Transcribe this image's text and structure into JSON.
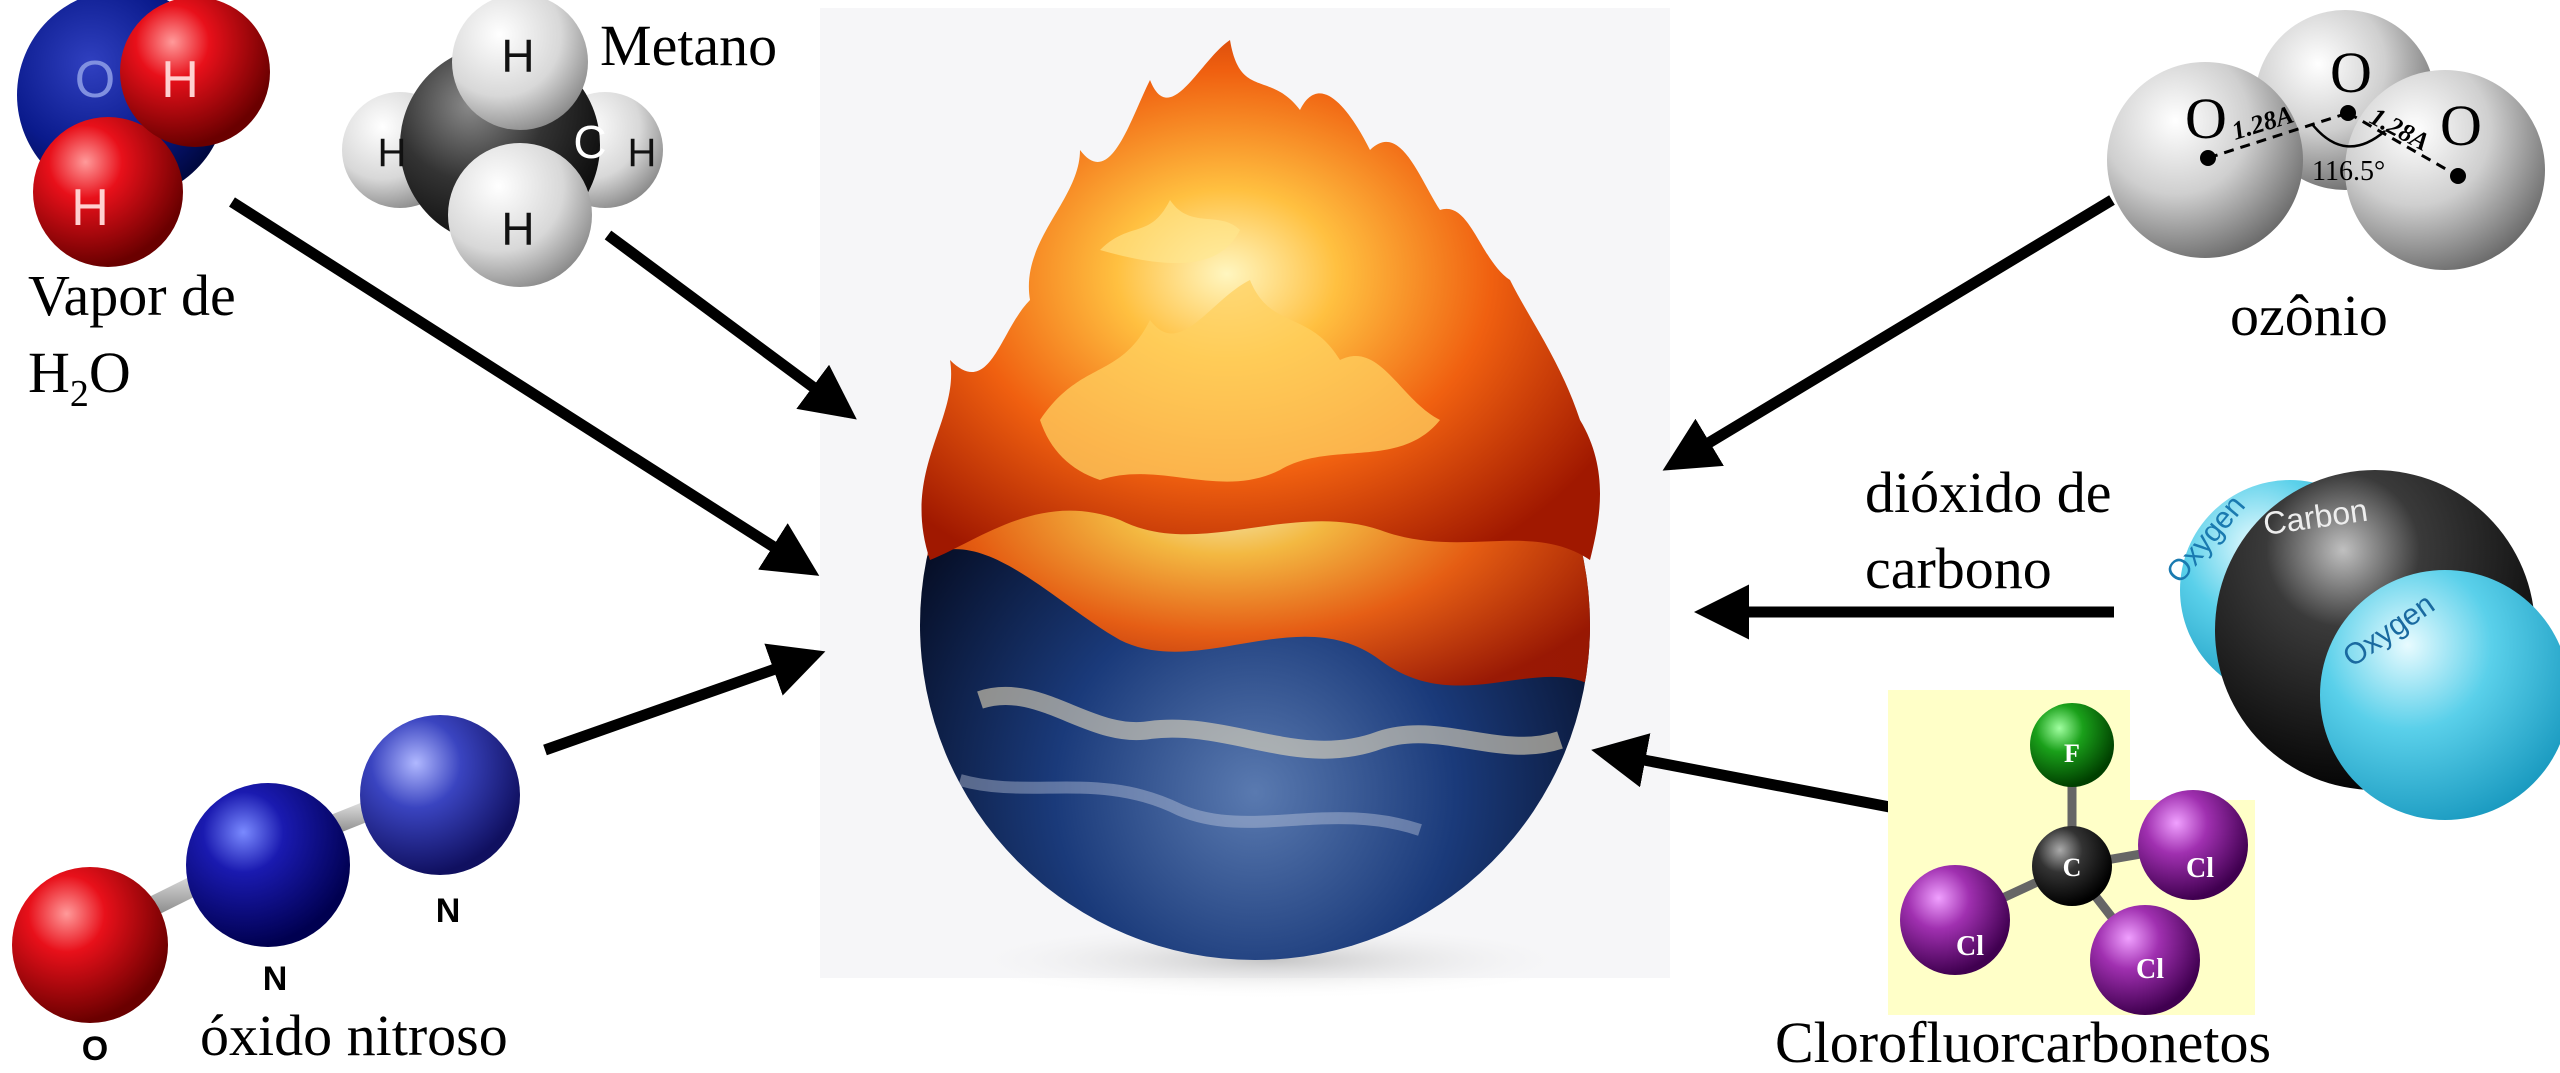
{
  "molecules": {
    "water": {
      "label_line1": "Vapor de",
      "label_line2_main": "H",
      "label_line2_sub": "2",
      "label_line2_end": "O",
      "atom_o": "O",
      "atom_h1": "H",
      "atom_h2": "H"
    },
    "methane": {
      "label": "Metano",
      "atom_h_top": "H",
      "atom_c": "C",
      "atom_h_left": "H",
      "atom_h_right": "H",
      "atom_h_bottom": "H"
    },
    "ozone": {
      "label": "ozônio",
      "atom_o_left": "O",
      "atom_o_center": "O",
      "atom_o_right": "O",
      "bond_left": "1.28A",
      "bond_right": "1.28A",
      "angle": "116.5°"
    },
    "co2": {
      "label_line1": "dióxido de",
      "label_line2": "carbono",
      "atom_oxygen_left": "Oxygen",
      "atom_carbon": "Carbon",
      "atom_oxygen_right": "Oxygen"
    },
    "cfc": {
      "label": "Clorofluorcarbonetos",
      "atom_f": "F",
      "atom_c": "C",
      "atom_cl_right": "Cl",
      "atom_cl_left": "Cl",
      "atom_cl_bottom": "Cl"
    },
    "n2o": {
      "label": "óxido nitroso",
      "atom_o": "O",
      "atom_n_middle": "N",
      "atom_n_end": "N"
    }
  },
  "colors": {
    "oxygen_red": "#e0001a",
    "water_blue": "#0a1a8c",
    "methane_dark": "#333333",
    "ozone_gray": "#c8c8c8",
    "co2_cyan": "#3cc0dc",
    "cfc_background": "#ffffc8",
    "fluorine_green": "#1aa01a",
    "chlorine_purple": "#a030b0",
    "nitrogen_blue": "#1a1aa8",
    "fire_orange": "#f06010",
    "earth_blue": "#1a3a7a"
  }
}
